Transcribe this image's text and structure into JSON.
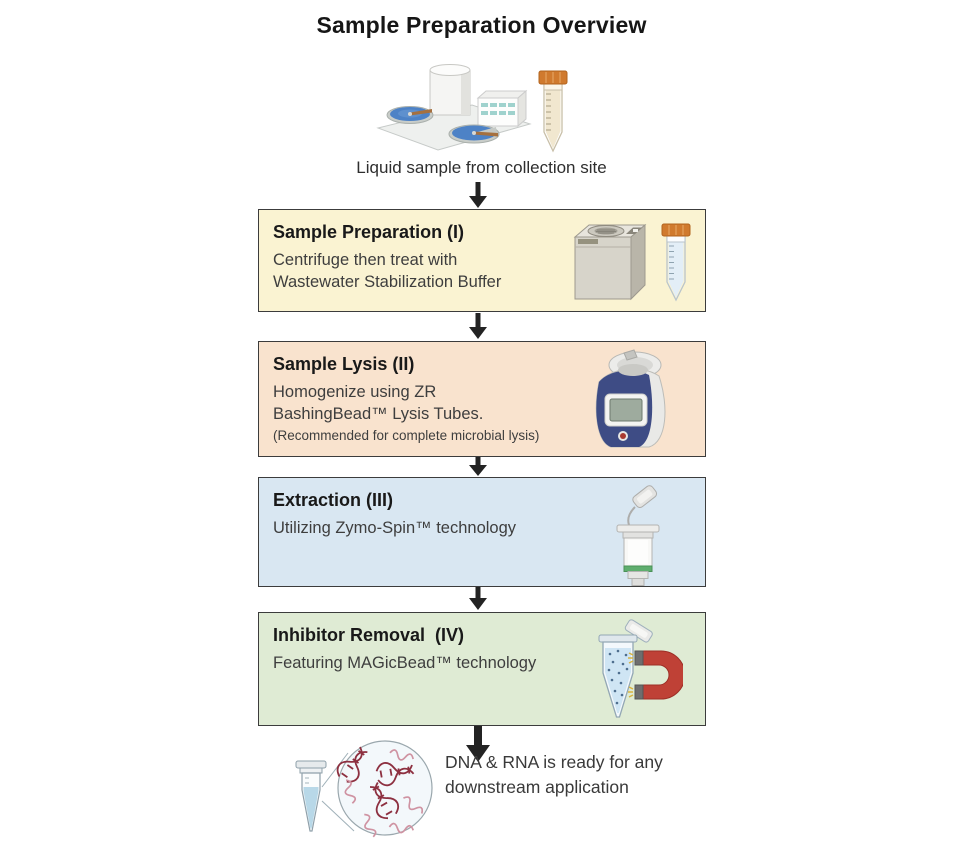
{
  "title": "Sample Preparation Overview",
  "colors": {
    "step1_bg": "#faf3d2",
    "step2_bg": "#f9e3ce",
    "step3_bg": "#d9e7f2",
    "step4_bg": "#dfebd4",
    "box_border": "#3c3c3c",
    "arrow": "#232323",
    "magnet_red": "#bf4136",
    "spin_column_band_green": "#5fae6e",
    "tube_cap_orange": "#d07a2e",
    "liquid_blue": "#cfe5f4",
    "dna_red": "#8d3040",
    "rna_pink": "#cf93a2"
  },
  "intro": {
    "caption": "Liquid sample from collection site",
    "icons": [
      "wastewater-treatment-plant-icon",
      "collection-tube-icon"
    ]
  },
  "steps": [
    {
      "heading": "Sample Preparation (I)",
      "line1": "Centrifuge then treat with",
      "line2": "Wastewater Stabilization Buffer",
      "icon": "centrifuge-and-tube",
      "bg": "#faf3d2"
    },
    {
      "heading": "Sample Lysis (II)",
      "line1": "Homogenize using ZR",
      "line2": "BashingBead™ Lysis Tubes.",
      "note": "(Recommended for complete microbial lysis)",
      "icon": "bead-homogenizer",
      "bg": "#f9e3ce"
    },
    {
      "heading": "Extraction (III)",
      "line1": "Utilizing Zymo-Spin™ technology",
      "icon": "spin-column",
      "bg": "#d9e7f2"
    },
    {
      "heading": "Inhibitor Removal  (IV)",
      "line1": "Featuring MAGicBead™ technology",
      "icon": "tube-with-magnet",
      "bg": "#dfebd4"
    }
  ],
  "outro": {
    "line1": "DNA & RNA is ready for any",
    "line2": "downstream application",
    "icon": "dna-rna-magnified"
  }
}
